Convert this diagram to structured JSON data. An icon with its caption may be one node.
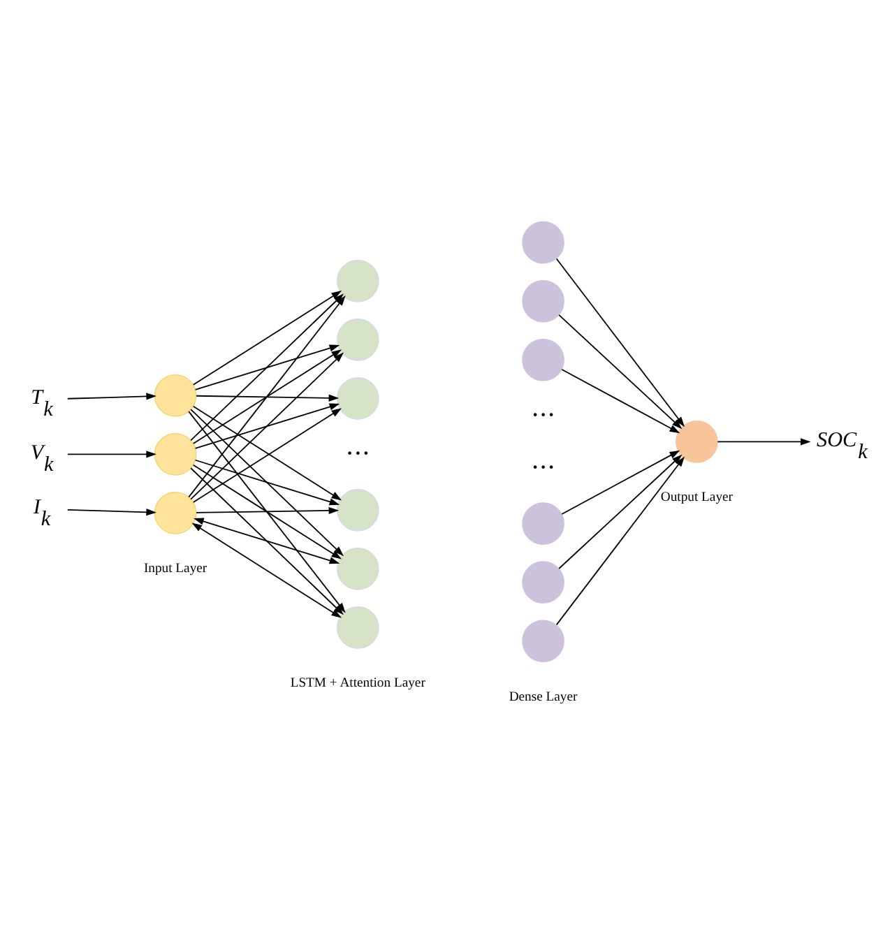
{
  "diagram": {
    "nodes": [
      {
        "text": [
          "*T*$_{k}$"
        ]
      },
      {
        "text": [
          "*V*$_{k}$"
        ]
      },
      {
        "text": [
          "*I*$_{k}$"
        ]
      },
      {
        "text": [],
        "shape": "circle"
      },
      {
        "text": [],
        "shape": "circle"
      },
      {
        "text": [],
        "shape": "circle"
      },
      {
        "text": [],
        "shape": "circle"
      },
      {
        "text": [],
        "shape": "circle"
      },
      {
        "text": [],
        "shape": "circle"
      },
      {
        "text": [],
        "shape": "circle"
      },
      {
        "text": [],
        "shape": "circle"
      },
      {
        "text": [],
        "shape": "circle"
      },
      {
        "text": [],
        "shape": "circle"
      },
      {
        "text": [],
        "shape": "circle"
      },
      {
        "text": [],
        "shape": "circle"
      },
      {
        "text": [],
        "shape": "circle"
      },
      {
        "text": [],
        "shape": "circle"
      },
      {
        "text": [],
        "shape": "circle"
      },
      {
        "text": [],
        "shape": "circle"
      },
      {
        "text": [
          "*SOC*$_{k}$"
        ]
      }
    ],
    "edges": [
      {
        "from": 0,
        "to": 3,
        "arrow": "to"
      },
      {
        "from": 1,
        "to": 4,
        "arrow": "to"
      },
      {
        "from": 2,
        "to": 5,
        "arrow": "to"
      },
      {
        "from": 3,
        "to": 6,
        "arrow": "to"
      },
      {
        "from": 3,
        "to": 7,
        "arrow": "to"
      },
      {
        "from": 3,
        "to": 8,
        "arrow": "to"
      },
      {
        "from": 3,
        "to": 9,
        "arrow": "to"
      },
      {
        "from": 3,
        "to": 10,
        "arrow": "to"
      },
      {
        "from": 3,
        "to": 11,
        "arrow": "to"
      },
      {
        "from": 4,
        "to": 6,
        "arrow": "to"
      },
      {
        "from": 4,
        "to": 7,
        "arrow": "to"
      },
      {
        "from": 4,
        "to": 8,
        "arrow": "to"
      },
      {
        "from": 4,
        "to": 9,
        "arrow": "to"
      },
      {
        "from": 4,
        "to": 10,
        "arrow": "to"
      },
      {
        "from": 4,
        "to": 11,
        "arrow": "to"
      },
      {
        "from": 5,
        "to": 6,
        "arrow": "to"
      },
      {
        "from": 5,
        "to": 7,
        "arrow": "to"
      },
      {
        "from": 5,
        "to": 8,
        "arrow": "to"
      },
      {
        "from": 5,
        "to": 9,
        "arrow": "to"
      },
      {
        "from": 5,
        "to": 10,
        "arrow": "both"
      },
      {
        "from": 5,
        "to": 11,
        "arrow": "both"
      },
      {
        "from": 12,
        "to": 18,
        "arrow": "to"
      },
      {
        "from": 13,
        "to": 18,
        "arrow": "to"
      },
      {
        "from": 14,
        "to": 18,
        "arrow": "to"
      },
      {
        "from": 15,
        "to": 18,
        "arrow": "to"
      },
      {
        "from": 16,
        "to": 18,
        "arrow": "to"
      },
      {
        "from": 17,
        "to": 18,
        "arrow": "to"
      },
      {
        "from": 18,
        "to": 19,
        "arrow": "to"
      }
    ],
    "labels": [
      "• • •",
      "• • •",
      "• • •",
      "Input Layer",
      "LSTM + Attention Layer",
      "Dense Layer",
      "Output Layer"
    ]
  }
}
